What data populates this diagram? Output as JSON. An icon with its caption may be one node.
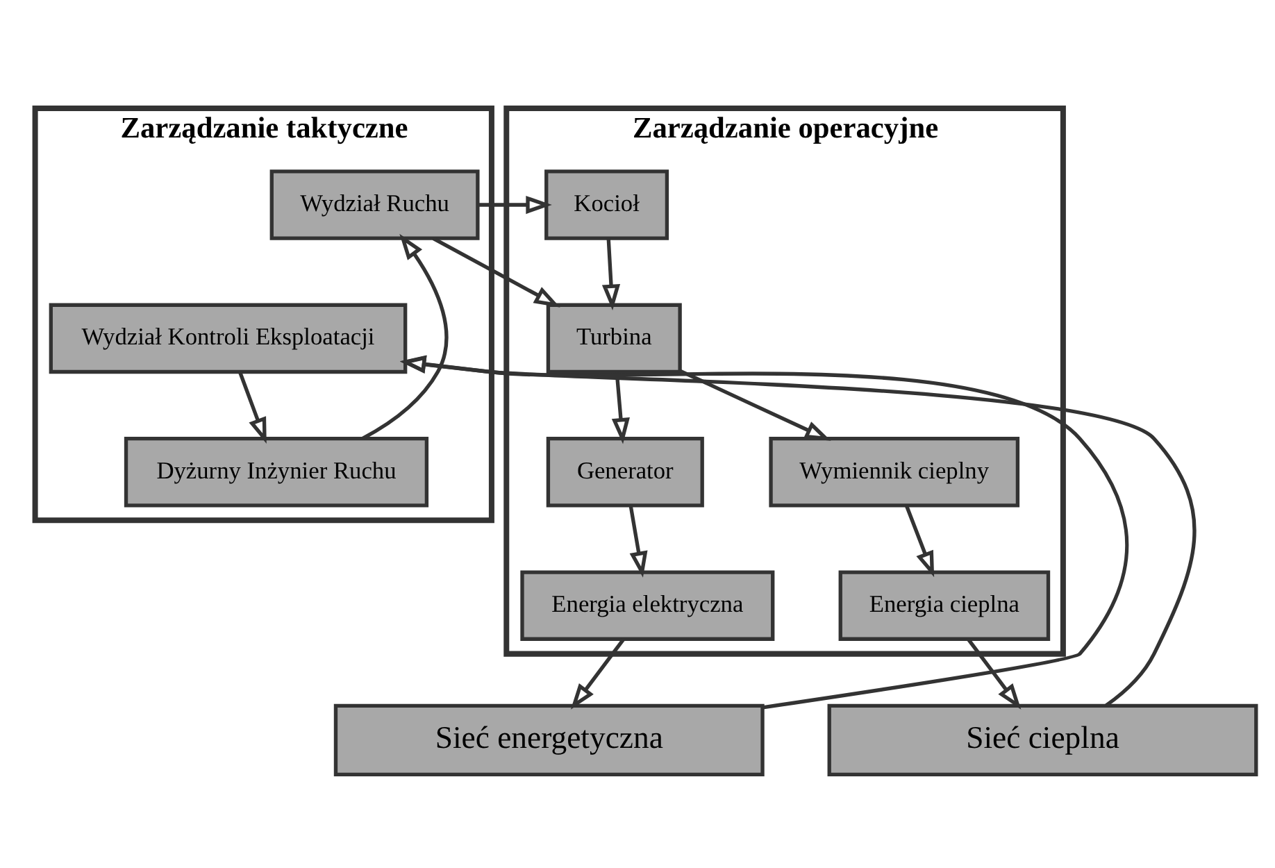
{
  "diagram": {
    "nodes": [
      {
        "text": [
          "Zarządzanie taktyczne"
        ]
      },
      {
        "text": [
          "Wydział Ruchu"
        ],
        "in": 0
      },
      {
        "text": [
          "Wydział Kontroli Eksploatacji"
        ],
        "in": 0
      },
      {
        "text": [
          "Dyżurny Inżynier Ruchu"
        ],
        "in": 0
      },
      {
        "text": [
          "Zarządzanie operacyjne"
        ]
      },
      {
        "text": [
          "Kocioł"
        ],
        "in": 4
      },
      {
        "text": [
          "Turbina"
        ],
        "in": 4
      },
      {
        "text": [
          "Generator"
        ],
        "in": 4
      },
      {
        "text": [
          "Wymiennik cieplny"
        ],
        "in": 4
      },
      {
        "text": [
          "Energia elektryczna"
        ],
        "in": 4
      },
      {
        "text": [
          "Energia cieplna"
        ],
        "in": 4
      },
      {
        "text": [
          "Sieć energetyczna"
        ]
      },
      {
        "text": [
          "Sieć cieplna"
        ]
      }
    ],
    "edges": [
      {
        "from": 1,
        "to": 5,
        "arrow": "to"
      },
      {
        "from": 1,
        "to": 6,
        "arrow": "to"
      },
      {
        "from": 2,
        "to": 3,
        "arrow": "to"
      },
      {
        "from": 3,
        "to": 1,
        "arrow": "to"
      },
      {
        "from": 5,
        "to": 6,
        "arrow": "to"
      },
      {
        "from": 6,
        "to": 7,
        "arrow": "to"
      },
      {
        "from": 6,
        "to": 8,
        "arrow": "to"
      },
      {
        "from": 7,
        "to": 9,
        "arrow": "to"
      },
      {
        "from": 8,
        "to": 10,
        "arrow": "to"
      },
      {
        "from": 9,
        "to": 11,
        "arrow": "to"
      },
      {
        "from": 10,
        "to": 12,
        "arrow": "to"
      },
      {
        "from": 11,
        "to": 2,
        "arrow": "to"
      },
      {
        "from": 12,
        "to": 2,
        "arrow": "to"
      }
    ]
  }
}
